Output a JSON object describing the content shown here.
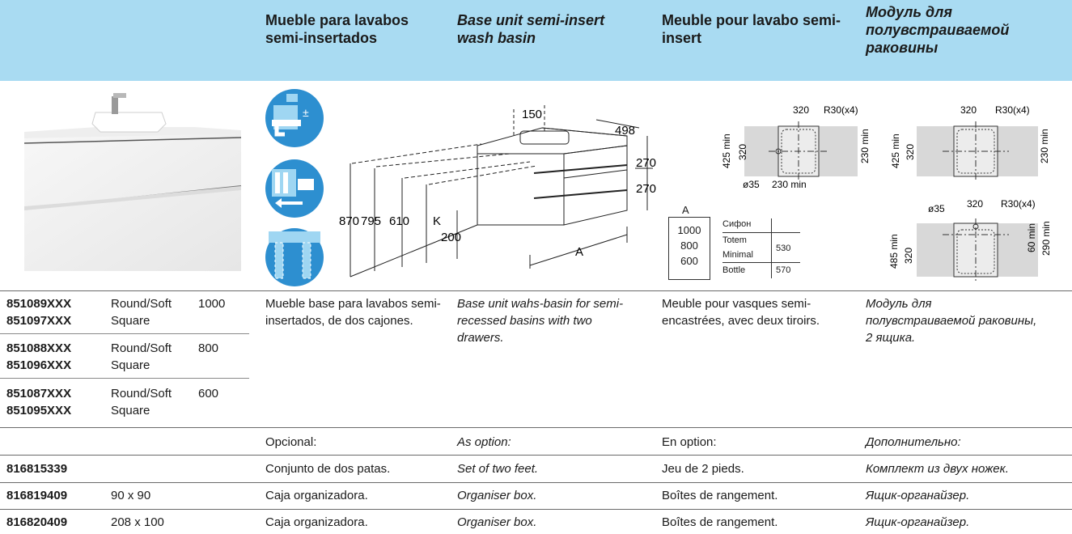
{
  "header": {
    "es": "Mueble para lavabos semi-insertados",
    "en": "Base unit semi-insert wash basin",
    "fr": "Meuble pour lavabo semi-insert",
    "ru": "Модуль для полувстраиваемой раковины"
  },
  "diagram": {
    "dim_150": "150",
    "dim_498": "498",
    "dim_270a": "270",
    "dim_270b": "270",
    "dim_870": "870",
    "dim_795": "795",
    "dim_610": "610",
    "dim_K": "K",
    "dim_200": "200",
    "dim_A": "A"
  },
  "widths_table": {
    "header": "A",
    "values": [
      "1000",
      "800",
      "600"
    ],
    "siphons": [
      {
        "name": "Сифон",
        "value": ""
      },
      {
        "name": "Totem",
        "value": "530"
      },
      {
        "name": "Minimal",
        "value": ""
      },
      {
        "name": "Bottle",
        "value": "570"
      }
    ]
  },
  "plan_top_left": {
    "w": "320",
    "r": "R30(x4)",
    "h_min": "425 min",
    "h": "320",
    "right_min": "230 min",
    "hole": "ø35",
    "bottom_min": "230 min"
  },
  "plan_top_right": {
    "w": "320",
    "r": "R30(x4)",
    "h_min": "425 min",
    "h": "320",
    "right_min": "230 min"
  },
  "plan_bottom": {
    "hole": "ø35",
    "w": "320",
    "r": "R30(x4)",
    "h_min": "485 min",
    "h": "320",
    "d60": "60 min",
    "d290": "290 min"
  },
  "products": [
    {
      "codes": [
        "851089XXX",
        "851097XXX"
      ],
      "styles": [
        "Round/Soft",
        "Square"
      ],
      "width": "1000"
    },
    {
      "codes": [
        "851088XXX",
        "851096XXX"
      ],
      "styles": [
        "Round/Soft",
        "Square"
      ],
      "width": "800"
    },
    {
      "codes": [
        "851087XXX",
        "851095XXX"
      ],
      "styles": [
        "Round/Soft",
        "Square"
      ],
      "width": "600"
    }
  ],
  "descriptions": {
    "es": "Mueble base para lavabos semi-insertados, de dos cajones.",
    "en": "Base unit wahs-basin for semi-recessed basins with two drawers.",
    "fr": "Meuble pour vasques semi-encastrées, avec deux tiroirs.",
    "ru": "Модуль для полувстраиваемой раковины, 2 ящика."
  },
  "options_header": {
    "es": "Opcional:",
    "en": "As option:",
    "fr": "En option:",
    "ru": "Дополнительно:"
  },
  "options": [
    {
      "code": "816815339",
      "size": "",
      "es": "Conjunto de dos patas.",
      "en": "Set of two feet.",
      "fr": "Jeu de 2 pieds.",
      "ru": "Комплект из двух ножек."
    },
    {
      "code": "816819409",
      "size": "90 x 90",
      "es": "Caja organizadora.",
      "en": "Organiser box.",
      "fr": "Boîtes de rangement.",
      "ru": "Ящик-органайзер."
    },
    {
      "code": "816820409",
      "size": "208 x 100",
      "es": "Caja organizadora.",
      "en": "Organiser box.",
      "fr": "Boîtes de rangement.",
      "ru": "Ящик-органайзер."
    }
  ]
}
